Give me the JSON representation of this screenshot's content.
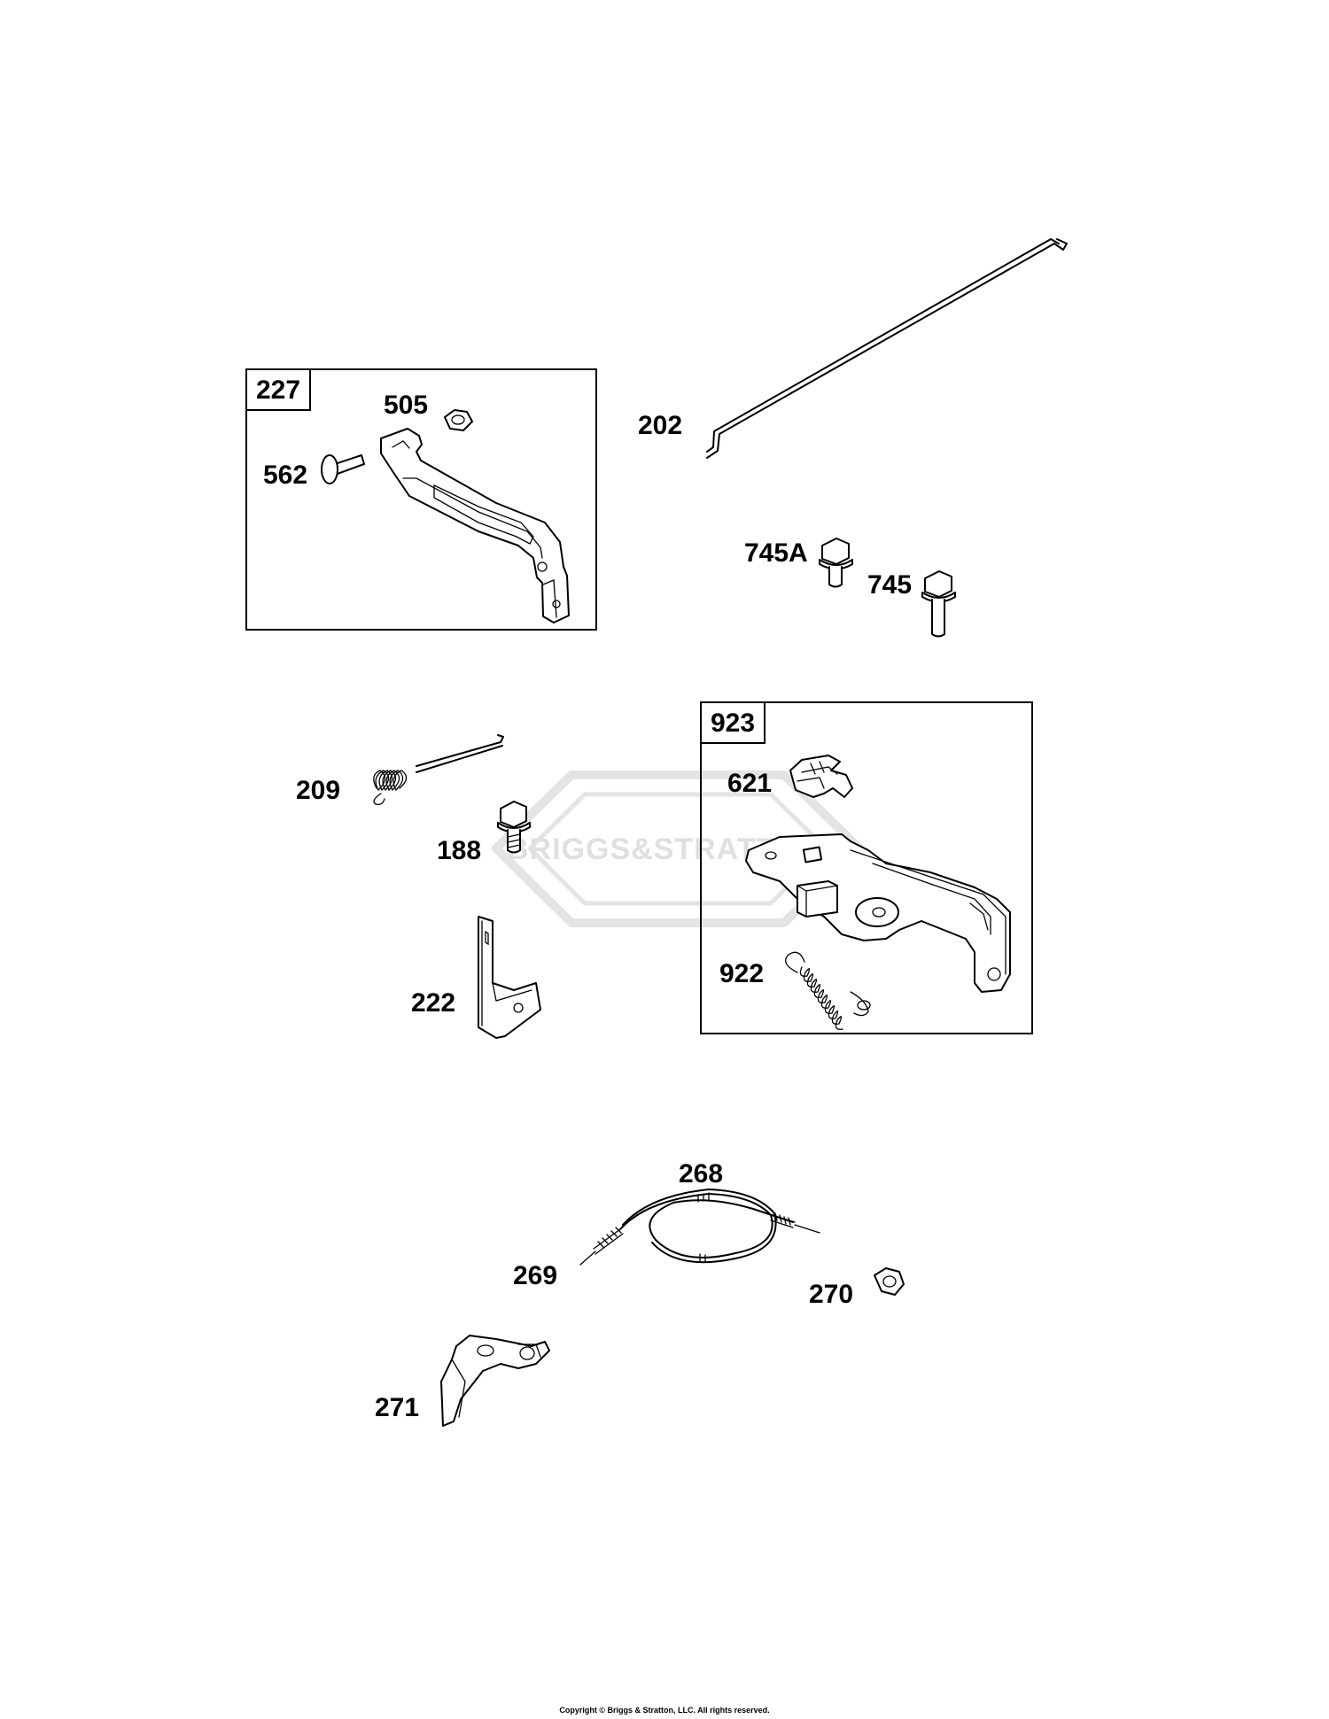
{
  "watermark": {
    "text": "BRIGGS&STRATTON"
  },
  "kits": [
    {
      "id": "227",
      "parts": [
        "505",
        "562"
      ]
    },
    {
      "id": "923",
      "parts": [
        "621",
        "922"
      ]
    }
  ],
  "labels": {
    "p227": "227",
    "p505": "505",
    "p562": "562",
    "p202": "202",
    "p745A": "745A",
    "p745": "745",
    "p923": "923",
    "p621": "621",
    "p922": "922",
    "p209": "209",
    "p188": "188",
    "p222": "222",
    "p268": "268",
    "p269": "269",
    "p270": "270",
    "p271": "271"
  },
  "icons": [
    "speed-lever",
    "hex-nut",
    "clevis-pin",
    "governor-link-rod",
    "flange-bolt",
    "control-bracket",
    "cable-clip",
    "extension-spring",
    "link-spring",
    "bracket-plate",
    "control-cable",
    "lever-clamp"
  ],
  "footer": {
    "copyright": "Copyright © Briggs & Stratton, LLC. All rights reserved."
  }
}
